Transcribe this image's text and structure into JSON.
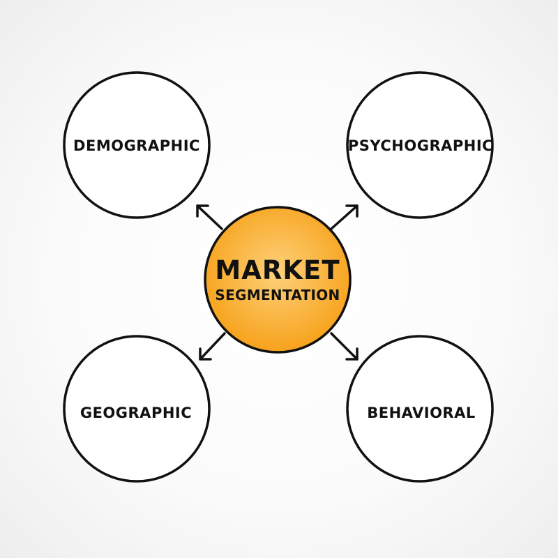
{
  "center": {
    "line1": "MARKET",
    "line2": "SEGMENTATION",
    "fill_color": "#f7a21b",
    "highlight_color": "#fdd17a"
  },
  "nodes": {
    "demographic": "DEMOGRAPHIC",
    "psychographic": "PSYCHOGRAPHIC",
    "geographic": "GEOGRAPHIC",
    "behavioral": "BEHAVIORAL"
  }
}
